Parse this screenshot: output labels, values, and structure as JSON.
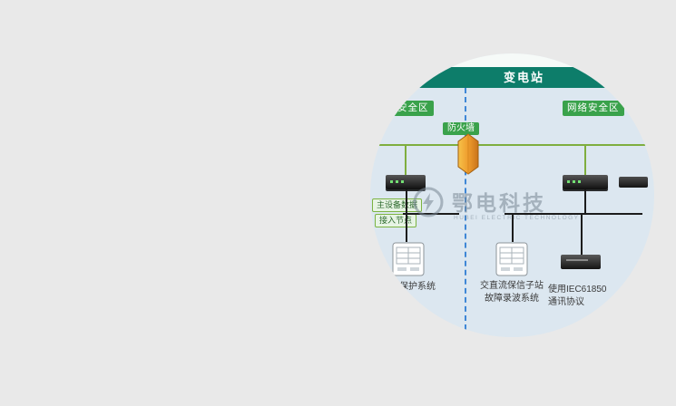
{
  "title_banner": {
    "text": "变电站"
  },
  "zones": {
    "left_label": "网络安全区",
    "right_label": "网络安全区"
  },
  "firewall": {
    "label": "防火墙"
  },
  "access_node": {
    "line1": "主设备数据",
    "line2": "接入节点"
  },
  "device_labels": {
    "left": "继电保护系统",
    "middle_line1": "交直流保信子站",
    "middle_line2": "故障录波系统",
    "right_line1": "使用IEC61850",
    "right_line2": "通讯协议"
  },
  "watermark": {
    "brand": "鄂电科技",
    "subtitle": "HUBEI ELECTRIC TECHNOLOGY"
  },
  "icons": {
    "firewall": "firewall-hex-icon",
    "switch": "network-switch-icon",
    "relay": "protection-relay-icon",
    "server": "rack-server-icon",
    "logo": "lightning-bolt-logo"
  },
  "colors": {
    "page_bg": "#e9e9e9",
    "circle_bg": "#dce7f0",
    "banner_teal": "#0d7d6a",
    "zone_green": "#3aa24b",
    "bus_green": "#7fae3f",
    "divider_blue": "#3f87d6",
    "line_black": "#1c1c1c",
    "firewall_orange": "#ef9c2c"
  }
}
